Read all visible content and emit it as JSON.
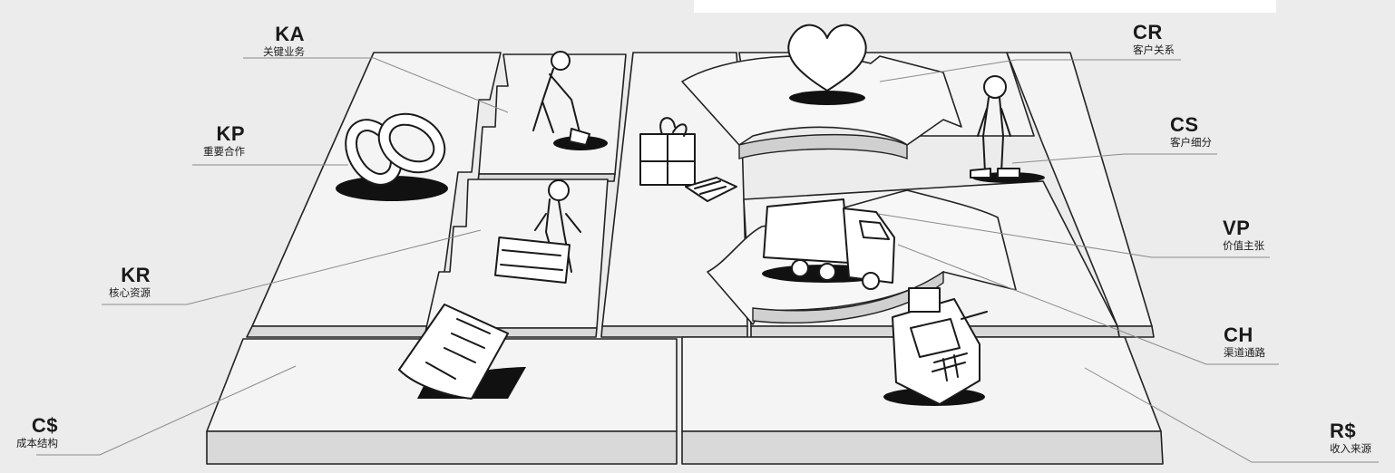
{
  "blocks": [
    {
      "id": "ka",
      "code": "KA",
      "name": "关键业务"
    },
    {
      "id": "kp",
      "code": "KP",
      "name": "重要合作"
    },
    {
      "id": "kr",
      "code": "KR",
      "name": "核心资源"
    },
    {
      "id": "cs-cost",
      "code": "C$",
      "name": "成本结构"
    },
    {
      "id": "cr",
      "code": "CR",
      "name": "客户关系"
    },
    {
      "id": "cs",
      "code": "CS",
      "name": "客户细分"
    },
    {
      "id": "vp",
      "code": "VP",
      "name": "价值主张"
    },
    {
      "id": "ch",
      "code": "CH",
      "name": "渠道通路"
    },
    {
      "id": "rs",
      "code": "R$",
      "name": "收入来源"
    }
  ],
  "colors": {
    "background": "#ececec",
    "tile_top": "#f4f4f4",
    "tile_side": "#d6d6d6",
    "ink": "#1a1a1a",
    "leader": "#8a8a8a"
  }
}
